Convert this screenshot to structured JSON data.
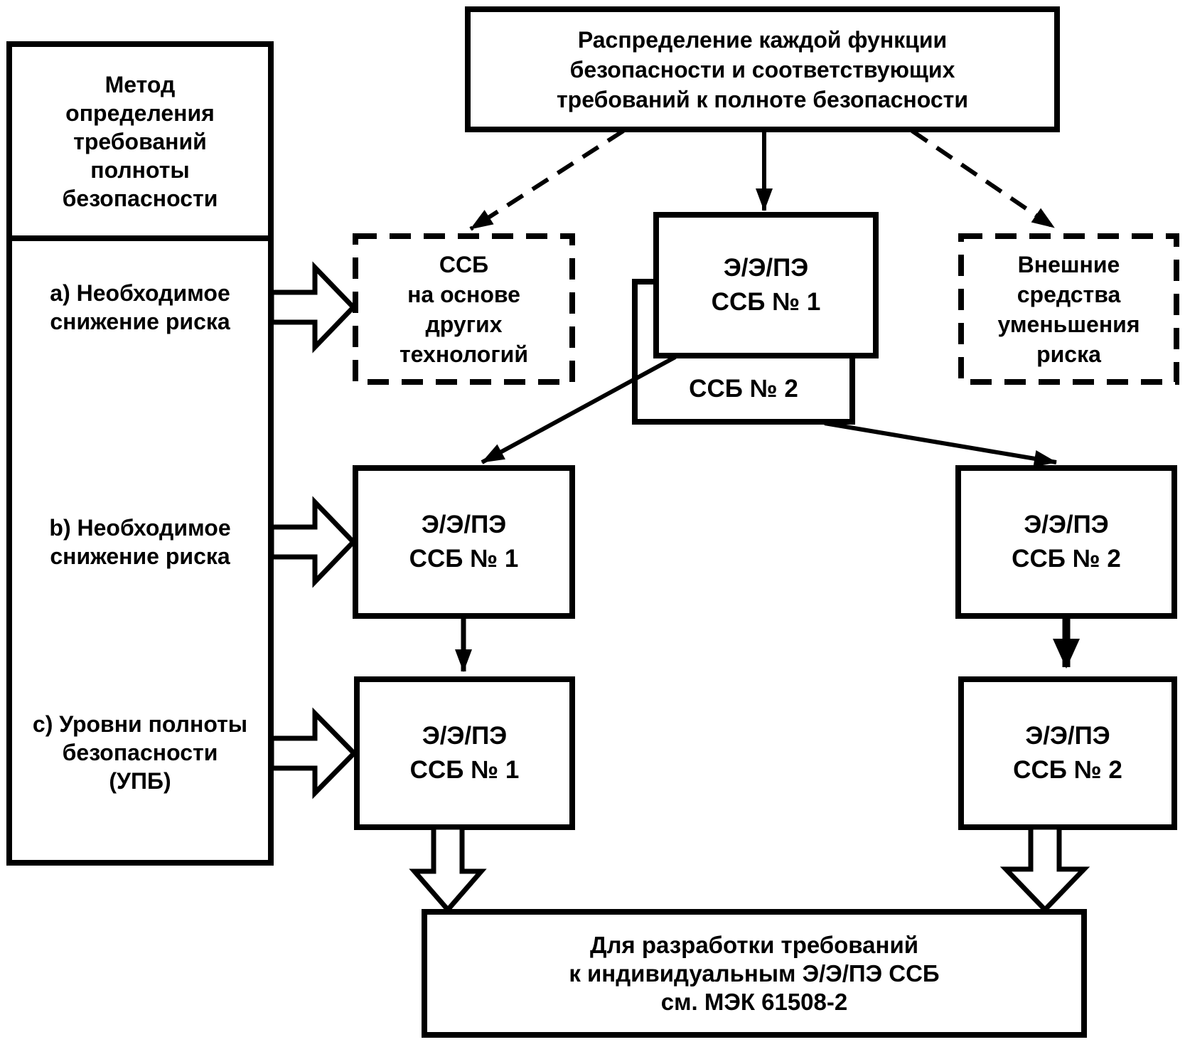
{
  "diagram": {
    "title_hint": "Allocation of safety functions diagram (IEC 61508 figure, Russian)",
    "colors": {
      "ink": "#000000",
      "background": "#ffffff"
    },
    "top_box": {
      "lines": [
        "Распределение каждой функции",
        "безопасности и соответствующих",
        "требований к полноте безопасности"
      ]
    },
    "method_panel": {
      "header": {
        "lines": [
          "Метод",
          "определения",
          "требований",
          "полноты",
          "безопасности"
        ]
      },
      "items": [
        {
          "lines": [
            "a) Необходимое",
            "снижение риска"
          ]
        },
        {
          "lines": [
            "b) Необходимое",
            "снижение риска"
          ]
        },
        {
          "lines": [
            "c) Уровни полноты",
            "безопасности",
            "(УПБ)"
          ]
        }
      ]
    },
    "other_tech_box": {
      "lines": [
        "ССБ",
        "на основе",
        "других",
        "технологий"
      ]
    },
    "eepe_mid_box": {
      "lines": [
        "Э/Э/ПЭ",
        "ССБ № 1"
      ]
    },
    "ssb2_box": {
      "label": "ССБ № 2"
    },
    "external_box": {
      "lines": [
        "Внешние",
        "средства",
        "уменьшения",
        "риска"
      ]
    },
    "row_b": {
      "ssb1": {
        "lines": [
          "Э/Э/ПЭ",
          "ССБ № 1"
        ]
      },
      "ssb2": {
        "lines": [
          "Э/Э/ПЭ",
          "ССБ № 2"
        ]
      }
    },
    "row_c": {
      "ssb1": {
        "lines": [
          "Э/Э/ПЭ",
          "ССБ № 1"
        ]
      },
      "ssb2": {
        "lines": [
          "Э/Э/ПЭ",
          "ССБ № 2"
        ]
      }
    },
    "bottom_box": {
      "lines": [
        "Для разработки требований",
        "к индивидуальным Э/Э/ПЭ ССБ",
        "см. МЭК 61508-2"
      ]
    }
  }
}
